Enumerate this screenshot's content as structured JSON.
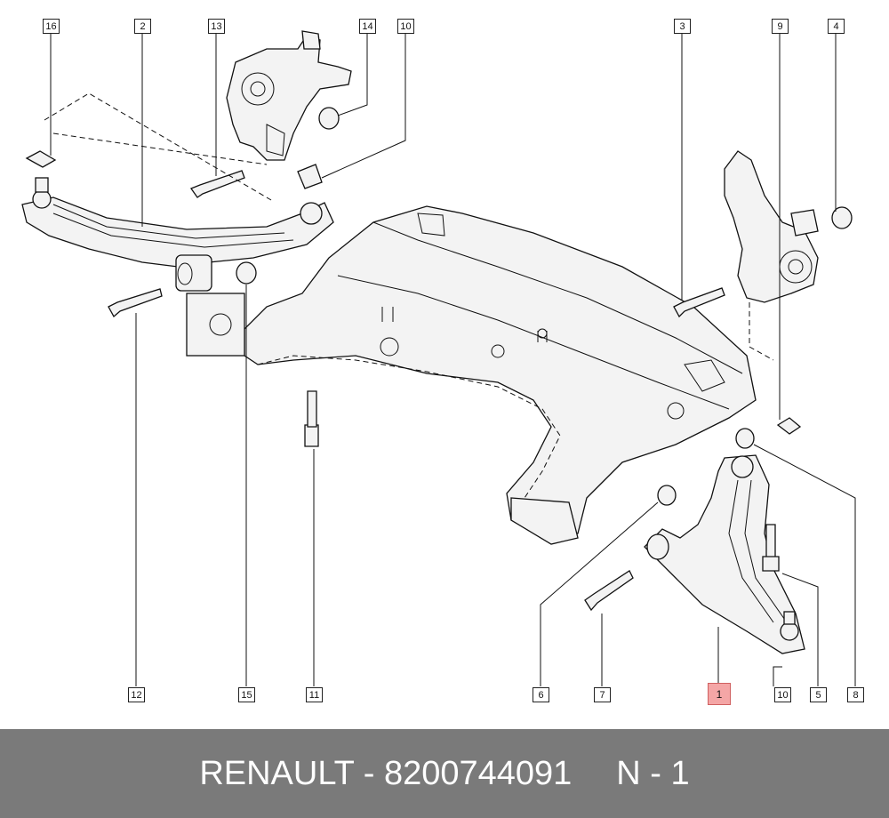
{
  "diagram": {
    "callouts": [
      {
        "id": "c16",
        "label": "16"
      },
      {
        "id": "c2",
        "label": "2"
      },
      {
        "id": "c13",
        "label": "13"
      },
      {
        "id": "c14",
        "label": "14"
      },
      {
        "id": "c10top",
        "label": "10"
      },
      {
        "id": "c3",
        "label": "3"
      },
      {
        "id": "c9",
        "label": "9"
      },
      {
        "id": "c4",
        "label": "4"
      },
      {
        "id": "c12",
        "label": "12"
      },
      {
        "id": "c15",
        "label": "15"
      },
      {
        "id": "c11",
        "label": "11"
      },
      {
        "id": "c6",
        "label": "6"
      },
      {
        "id": "c7",
        "label": "7"
      },
      {
        "id": "c1",
        "label": "1"
      },
      {
        "id": "c10bot",
        "label": "10"
      },
      {
        "id": "c5",
        "label": "5"
      },
      {
        "id": "c8",
        "label": "8"
      }
    ],
    "highlighted_callout": "1",
    "highlight_color": "#f4a6a6"
  },
  "footer": {
    "brand": "RENAULT - 8200744091",
    "quantity": "N - 1",
    "background": "#7a7a7a",
    "text_color": "#ffffff"
  }
}
